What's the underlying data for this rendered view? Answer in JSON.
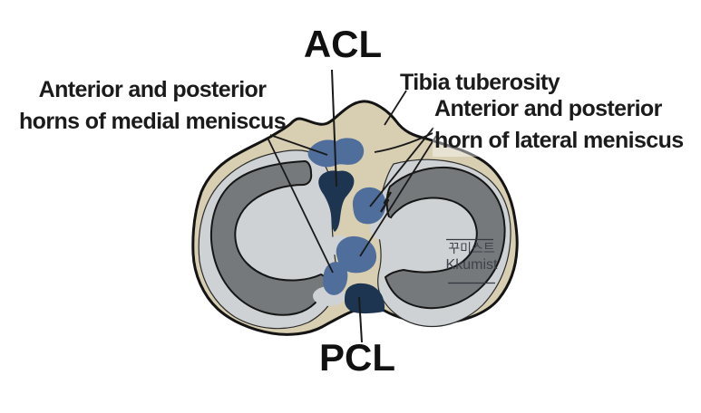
{
  "titles": {
    "acl": "ACL",
    "pcl": "PCL"
  },
  "labels": {
    "medial_line1": "Anterior and posterior",
    "medial_line2": "horns of medial meniscus",
    "tibia_tuberosity": "Tibia tuberosity",
    "lateral_line1": "Anterior and posterior",
    "lateral_line2": "horn of lateral meniscus"
  },
  "watermark": {
    "korean": "꾸미스트",
    "latin": "Kkumist"
  },
  "colors": {
    "background": "#ffffff",
    "bone": "#d8ceb2",
    "cartilage": "#ced2d5",
    "meniscus": "#75797b",
    "ligament_attachment": "#1d3551",
    "horn_attachment": "#4f6e9c",
    "outline": "#141414",
    "pointer_line": "#1a1a1a",
    "watermark_text": "#3d434a"
  }
}
